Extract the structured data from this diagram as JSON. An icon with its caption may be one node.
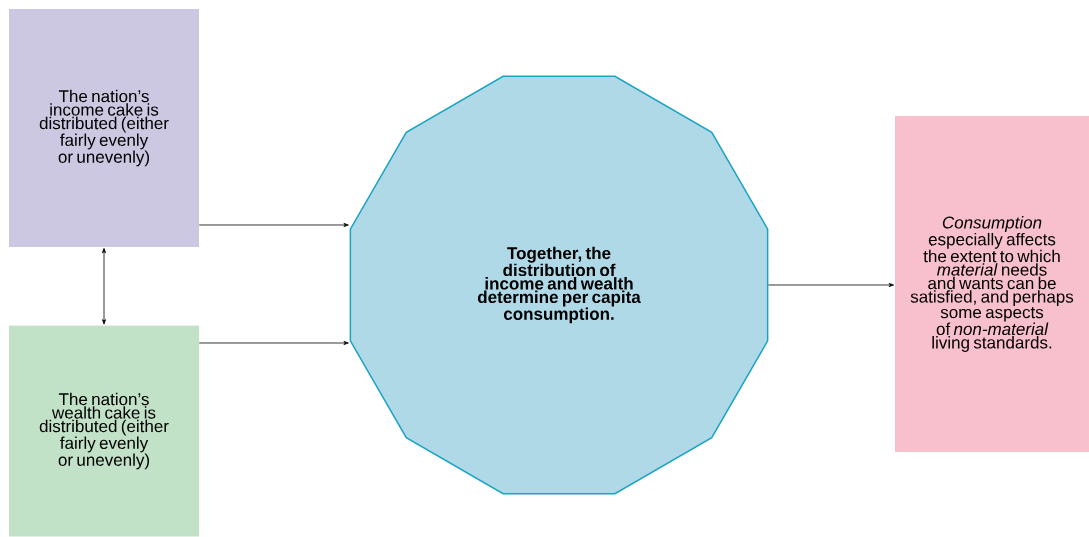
{
  "diagram": {
    "nodes": [
      {
        "text": [
          "The nation’s income cake is distributed (either fairly evenly or unevenly)"
        ]
      },
      {
        "text": [
          "The nation’s wealth cake is distributed (either fairly evenly or unevenly)"
        ]
      },
      {
        "text": [
          "Together, the distribution of income and wealth determine per capita consumption."
        ]
      },
      {
        "text": [
          "*Consumption* especially affects the extent to which *material* needs and wants can be satisfied, and perhaps some aspects of *non-material* living standards."
        ]
      }
    ],
    "edges": [
      {
        "from": 0,
        "to": 2,
        "arrow": "to"
      },
      {
        "from": 1,
        "to": 2,
        "arrow": "to"
      },
      {
        "from": 0,
        "to": 1,
        "arrow": "both"
      },
      {
        "from": 2,
        "to": 3,
        "arrow": "to"
      }
    ]
  }
}
